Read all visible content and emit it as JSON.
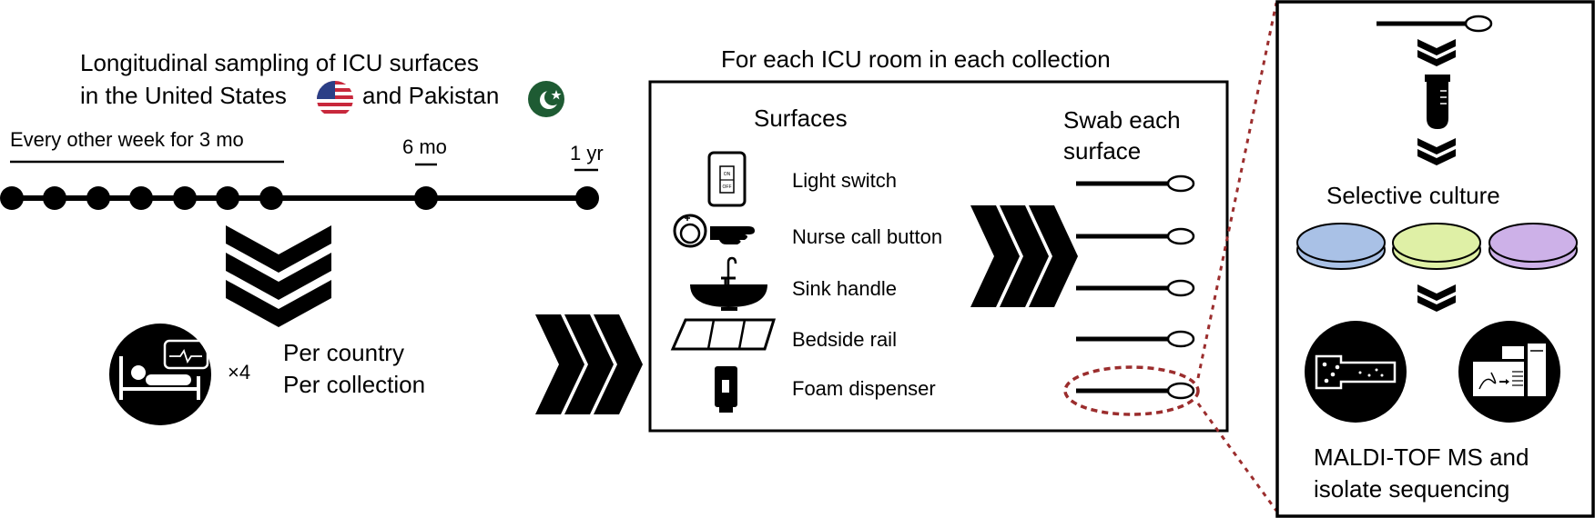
{
  "intro": {
    "line1": "Longitudinal sampling of ICU surfaces",
    "line2_a": "in the United States",
    "line2_b": "and Pakistan"
  },
  "timeline": {
    "biweekly_label": "Every other week for 3 mo",
    "six_month_label": "6 mo",
    "one_year_label": "1 yr"
  },
  "rooms": {
    "multiplier": "×4",
    "per_country": "Per country",
    "per_collection": "Per collection"
  },
  "room_box": {
    "title": "For each ICU room in each collection",
    "surfaces_header": "Surfaces",
    "swab_header_1": "Swab each",
    "swab_header_2": "surface",
    "surfaces": [
      "Light switch",
      "Nurse call button",
      "Sink handle",
      "Bedside rail",
      "Foam dispenser"
    ]
  },
  "lab": {
    "culture_label": "Selective culture",
    "final_line1": "MALDI-TOF MS and",
    "final_line2": "isolate sequencing"
  },
  "icon_text": {
    "switch_on": "ON",
    "switch_off": "OFF"
  },
  "colors": {
    "dotted_line": "#9b2d2d",
    "plate_blue": "#a9c1e6",
    "plate_yellow": "#dff0a6",
    "plate_purple": "#cdb1e8",
    "pakistan_green": "#1e5b33",
    "us_red": "#c8283c",
    "us_blue": "#2b3f86"
  }
}
